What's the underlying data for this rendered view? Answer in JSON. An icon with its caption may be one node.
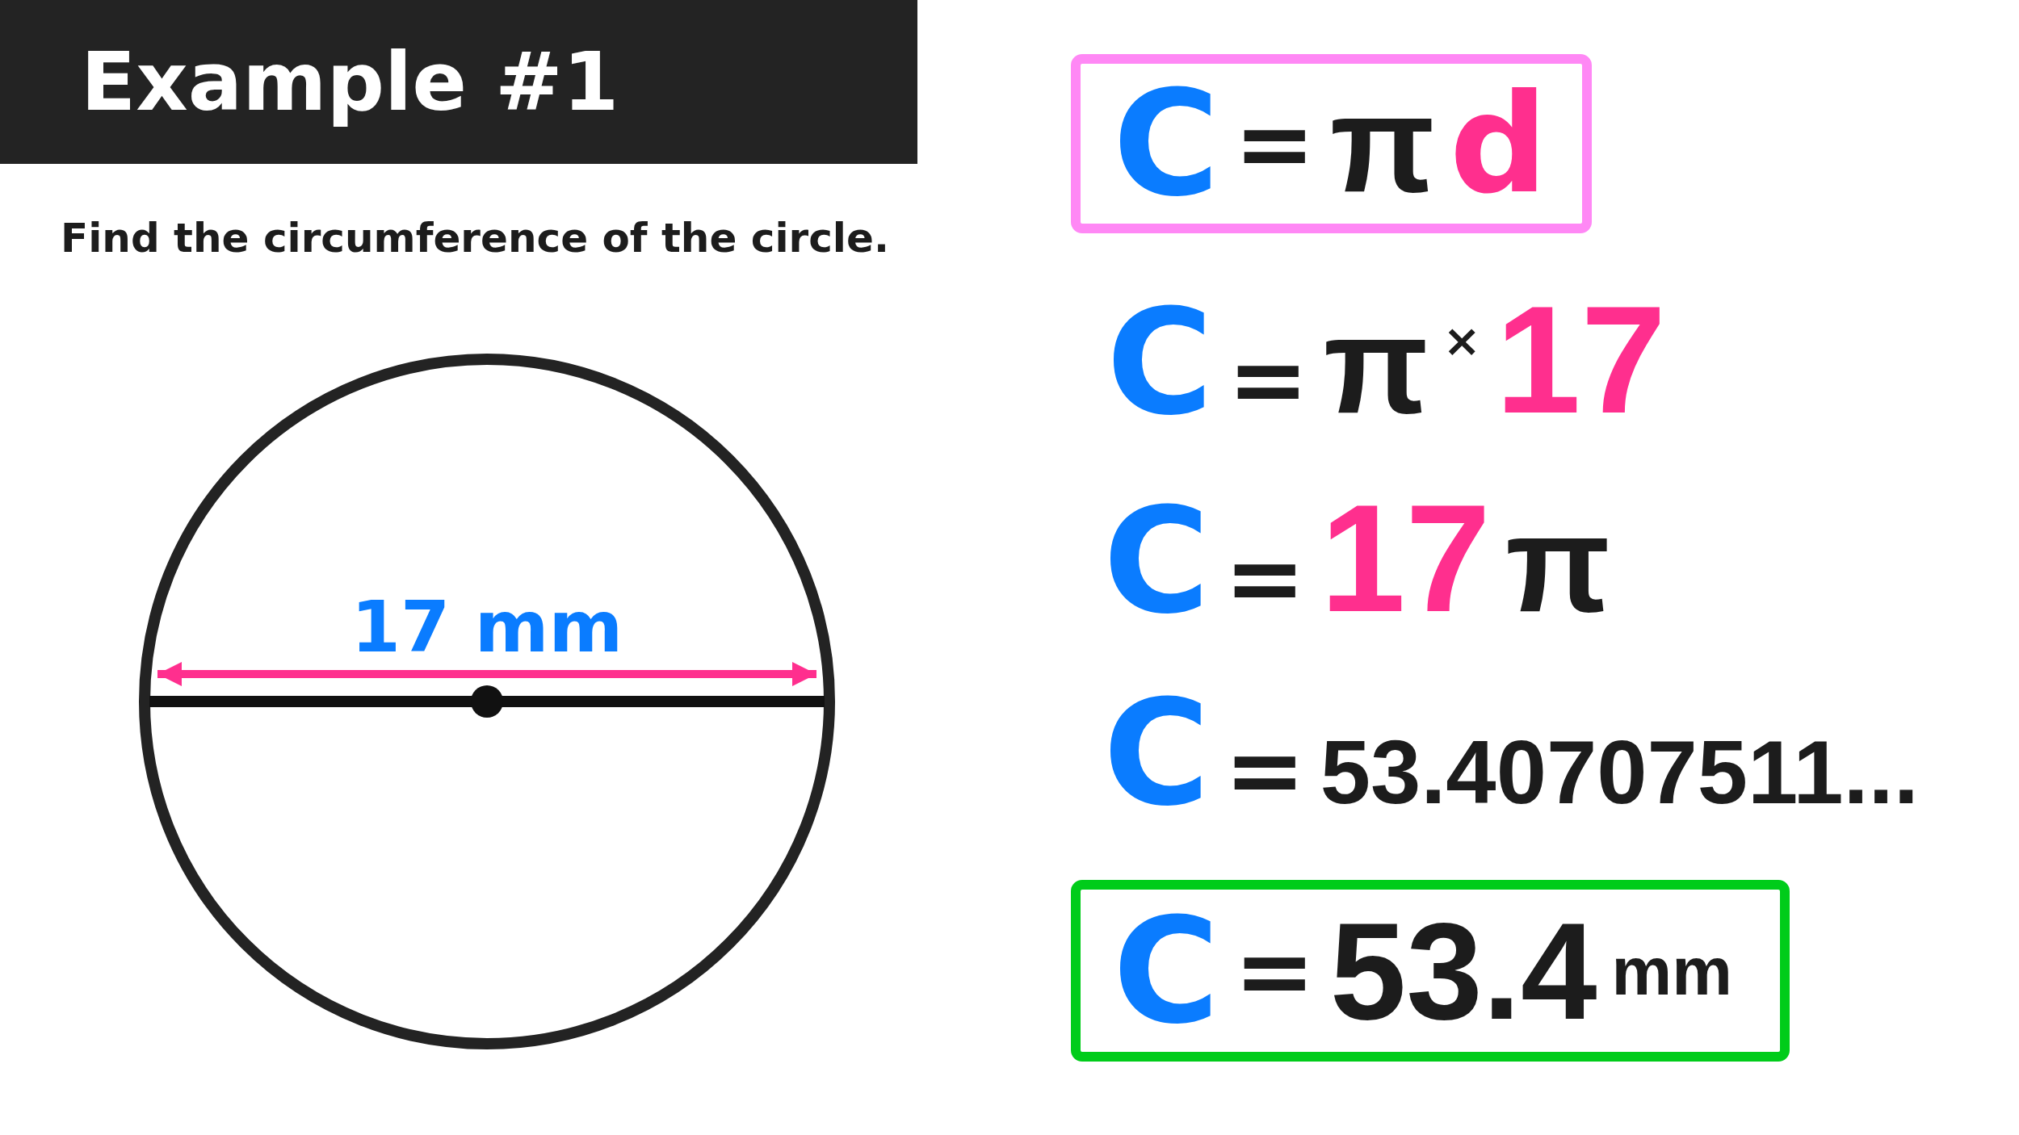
{
  "diagram": {
    "title": "Example #1",
    "nodes": [
      {
        "text": [
          "C",
          "=",
          "π",
          "d"
        ]
      },
      {
        "text": [
          "C",
          "=",
          "53.4",
          "mm"
        ]
      }
    ],
    "labels": [
      "Find the circumference of the circle.",
      "17 mm",
      "C",
      "=",
      "π",
      "×",
      "17",
      "C",
      "=",
      "17",
      "π",
      "C",
      "=",
      "53.40707511..."
    ]
  }
}
